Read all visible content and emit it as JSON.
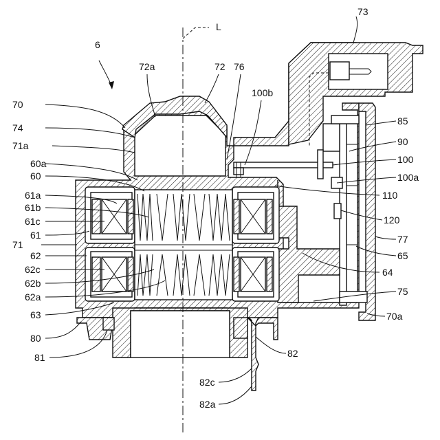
{
  "figure": {
    "axis_label": "L",
    "assembly_label": "6",
    "labels": [
      {
        "key": "l73",
        "text": "73"
      },
      {
        "key": "l72a",
        "text": "72a"
      },
      {
        "key": "l72",
        "text": "72"
      },
      {
        "key": "l76",
        "text": "76"
      },
      {
        "key": "l100b",
        "text": "100b"
      },
      {
        "key": "l70",
        "text": "70"
      },
      {
        "key": "l74",
        "text": "74"
      },
      {
        "key": "l71a",
        "text": "71a"
      },
      {
        "key": "l60a",
        "text": "60a"
      },
      {
        "key": "l60",
        "text": "60"
      },
      {
        "key": "l61a",
        "text": "61a"
      },
      {
        "key": "l61b",
        "text": "61b"
      },
      {
        "key": "l61c",
        "text": "61c"
      },
      {
        "key": "l61",
        "text": "61"
      },
      {
        "key": "l71",
        "text": "71"
      },
      {
        "key": "l62",
        "text": "62"
      },
      {
        "key": "l62c",
        "text": "62c"
      },
      {
        "key": "l62b",
        "text": "62b"
      },
      {
        "key": "l62a",
        "text": "62a"
      },
      {
        "key": "l63",
        "text": "63"
      },
      {
        "key": "l80",
        "text": "80"
      },
      {
        "key": "l81",
        "text": "81"
      },
      {
        "key": "l82",
        "text": "82"
      },
      {
        "key": "l82c",
        "text": "82c"
      },
      {
        "key": "l82a",
        "text": "82a"
      },
      {
        "key": "l85",
        "text": "85"
      },
      {
        "key": "l90",
        "text": "90"
      },
      {
        "key": "l100",
        "text": "100"
      },
      {
        "key": "l100a",
        "text": "100a"
      },
      {
        "key": "l110",
        "text": "110"
      },
      {
        "key": "l120",
        "text": "120"
      },
      {
        "key": "l77",
        "text": "77"
      },
      {
        "key": "l65",
        "text": "65"
      },
      {
        "key": "l64",
        "text": "64"
      },
      {
        "key": "l75",
        "text": "75"
      },
      {
        "key": "l70a",
        "text": "70a"
      }
    ]
  }
}
